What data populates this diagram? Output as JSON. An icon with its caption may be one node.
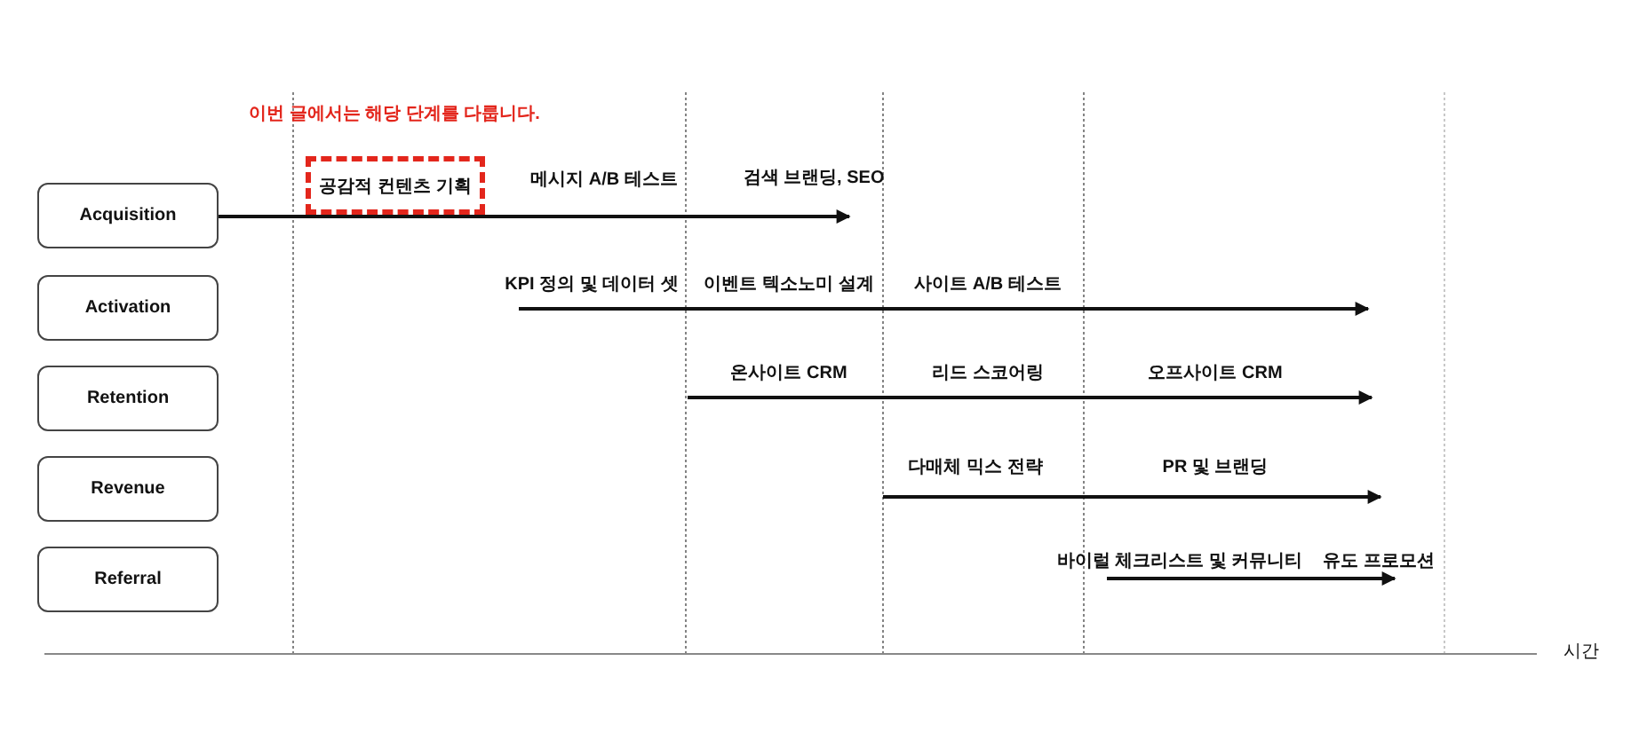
{
  "diagram": {
    "nodes": [
      {
        "text": [
          "Acquisition"
        ]
      },
      {
        "text": [
          "Activation"
        ]
      },
      {
        "text": [
          "Retention"
        ]
      },
      {
        "text": [
          "Revenue"
        ]
      },
      {
        "text": [
          "Referral"
        ]
      },
      {
        "text": [
          "공감적 컨텐츠 기획"
        ]
      },
      {
        "text": [
          "검색 브랜딩, SEO"
        ]
      }
    ],
    "edges": [
      {
        "from": 0,
        "to": 6,
        "arrow": "to"
      }
    ],
    "labels": [
      "이번 글에서는 해당 단계를 다룹니다.",
      "메시지 A/B 테스트",
      "KPI 정의 및 데이터 셋",
      "이벤트 텍소노미 설계",
      "사이트 A/B 테스트",
      "온사이트 CRM",
      "리드 스코어링",
      "오프사이트 CRM",
      "다매체 믹스 전략",
      "PR 및 브랜딩",
      "바이럴 체크리스트 및 커뮤니티",
      "유도 프로모션",
      "시간"
    ]
  }
}
